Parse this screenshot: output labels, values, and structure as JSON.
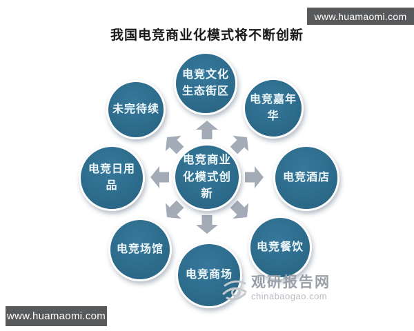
{
  "title": "我国电竞商业化模式将不断创新",
  "banners": {
    "top_right": "www.huamaomi.com",
    "bottom_left": "www.huamaomi.com"
  },
  "diagram": {
    "type": "radial-diverging",
    "center": {
      "label": "电竞商业\n化模式创\n新"
    },
    "nodes": [
      {
        "id": "top",
        "label": "电竞文化\n生态街区"
      },
      {
        "id": "top-right",
        "label": "电竞嘉年\n华"
      },
      {
        "id": "right",
        "label": "电竞酒店"
      },
      {
        "id": "bottom-right",
        "label": "电竞餐饮"
      },
      {
        "id": "bottom",
        "label": "电竞商场"
      },
      {
        "id": "bottom-left",
        "label": "电竞场馆"
      },
      {
        "id": "left",
        "label": "电竞日用\n品"
      },
      {
        "id": "top-left",
        "label": "未完待续"
      }
    ]
  },
  "watermark": {
    "name": "观研报告网",
    "domain": "chinabaogao.com"
  },
  "colors": {
    "circle_fill": "#2d6c8c",
    "circle_border": "#fdfdfd",
    "arrow": "#a3abb6",
    "banner_bg": "#58595b",
    "banner_text": "#ffffff",
    "title_text": "#191919",
    "watermark_name": "#99a0a8",
    "watermark_domain": "#b6bbc1"
  }
}
